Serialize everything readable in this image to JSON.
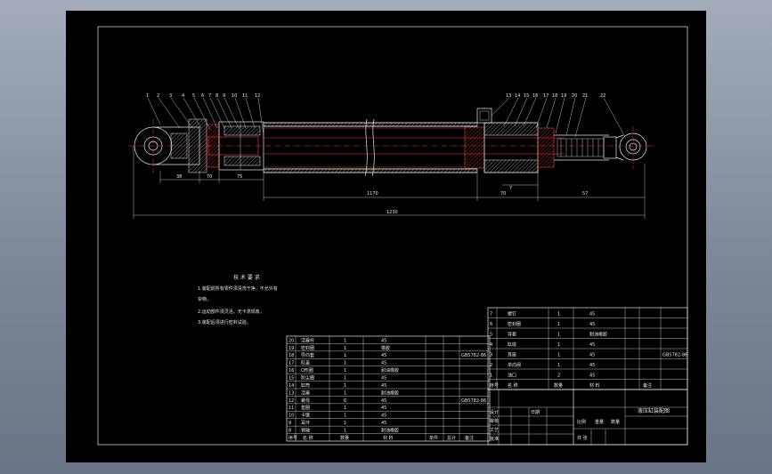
{
  "balloons": [
    "1",
    "2",
    "3",
    "4",
    "5",
    "6",
    "7",
    "8",
    "9",
    "10",
    "11",
    "12",
    "13",
    "14",
    "15",
    "16",
    "17",
    "18",
    "19",
    "20",
    "21",
    "22"
  ],
  "dimensions": {
    "d1": "38",
    "d2": "70",
    "d3": "75",
    "stroke": "1170",
    "d5": "70",
    "d6": "57",
    "overall": "1230",
    "small": "7"
  },
  "notes": {
    "title": "技 术 要 求",
    "line1": "1.装配前所有零件须清洗干净，不允许有",
    "line2": "杂物，",
    "line3": "2.运动部件须灵活，无卡滞现象，",
    "line4": "3.装配后须进行密封试验。"
  },
  "parts_left": [
    {
      "no": "20",
      "name": "活塞杆",
      "qty": "1",
      "mat": "45"
    },
    {
      "no": "19",
      "name": "密封圈",
      "qty": "1",
      "mat": "橡胶"
    },
    {
      "no": "18",
      "name": "导向套",
      "qty": "1",
      "mat": "45",
      "std": "GB5782-86"
    },
    {
      "no": "17",
      "name": "缸盖",
      "qty": "1",
      "mat": "45"
    },
    {
      "no": "16",
      "name": "O形圈",
      "qty": "1",
      "mat": "耐油橡胶"
    },
    {
      "no": "15",
      "name": "防尘圈",
      "qty": "1",
      "mat": "45"
    },
    {
      "no": "14",
      "name": "缸筒",
      "qty": "1",
      "mat": "45"
    },
    {
      "no": "13",
      "name": "活塞",
      "qty": "1",
      "mat": "耐油橡胶"
    },
    {
      "no": "12",
      "name": "螺母",
      "qty": "6",
      "mat": "45",
      "std": "GB5782-86"
    },
    {
      "no": "11",
      "name": "垫圈",
      "qty": "1",
      "mat": "45"
    },
    {
      "no": "10",
      "name": "卡键",
      "qty": "1",
      "mat": "45"
    },
    {
      "no": "9",
      "name": "耳环",
      "qty": "1",
      "mat": "45"
    },
    {
      "no": "8",
      "name": "销轴",
      "qty": "1",
      "mat": "耐油橡胶"
    }
  ],
  "parts_left_header": {
    "no": "序号",
    "name": "名  称",
    "qty": "数量",
    "mat": "材  料",
    "weight": "单件",
    "total": "总计",
    "note": "备注"
  },
  "parts_right": [
    {
      "no": "7",
      "name": "螺钉",
      "qty": "1",
      "mat": "45"
    },
    {
      "no": "6",
      "name": "密封圈",
      "qty": "1",
      "mat": "45"
    },
    {
      "no": "5",
      "name": "导套",
      "qty": "1",
      "mat": "耐油橡胶"
    },
    {
      "no": "4",
      "name": "缸底",
      "qty": "1",
      "mat": "45"
    },
    {
      "no": "3",
      "name": "耳座",
      "qty": "1",
      "mat": "45"
    },
    {
      "no": "2",
      "name": "单向阀",
      "qty": "1",
      "mat": "45"
    },
    {
      "no": "1",
      "name": "油口",
      "qty": "2",
      "mat": "45"
    }
  ],
  "parts_right_header": {
    "no": "序号",
    "name": "名  称",
    "qty": "数量",
    "mat": "材  料",
    "note": "备注"
  },
  "std_right": "GB5782-86",
  "title_block": {
    "drawing_name": "液压缸装配图",
    "scale": "比例",
    "sheet": "共  张",
    "weight": "重量",
    "qty": "数量",
    "designer": "设计",
    "checker": "审核",
    "approve": "批准",
    "process": "工艺",
    "date": "日期"
  },
  "colors": {
    "background": "#000000",
    "ink": "#e8e8e8",
    "accent": "#ff3a3a"
  }
}
